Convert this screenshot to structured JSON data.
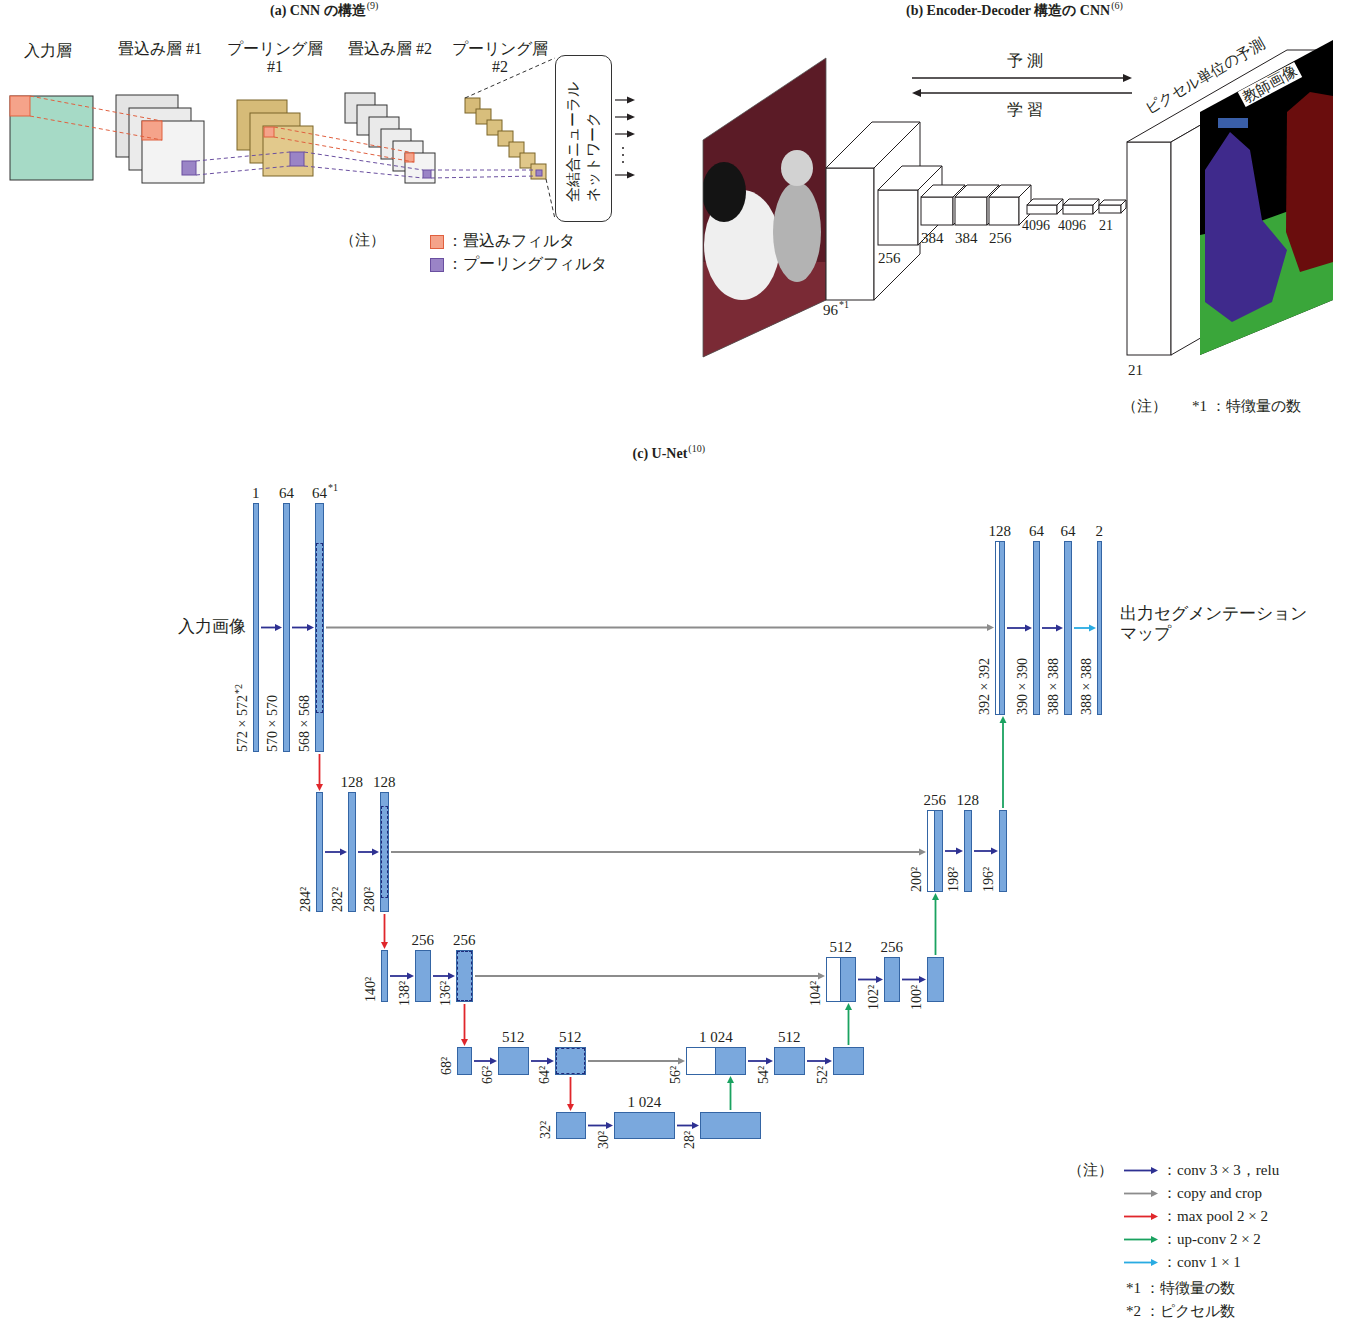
{
  "diagram": {
    "nodes": [
      {
        "text": [
          "全結合ニューラル ネットワーク"
        ]
      },
      {
        "text": [
          "1",
          "572 × 572"
        ]
      },
      {
        "text": [
          "64",
          "570 × 570"
        ]
      },
      {
        "text": [
          "64",
          "568 × 568"
        ]
      },
      {
        "text": [
          "284²"
        ]
      },
      {
        "text": [
          "128",
          "282²"
        ]
      },
      {
        "text": [
          "128",
          "280²"
        ]
      },
      {
        "text": [
          "140²"
        ]
      },
      {
        "text": [
          "256",
          "138²"
        ]
      },
      {
        "text": [
          "256",
          "136²"
        ]
      },
      {
        "text": [
          "68²"
        ]
      },
      {
        "text": [
          "512",
          "66²"
        ]
      },
      {
        "text": [
          "512",
          "64²"
        ]
      },
      {
        "text": [
          "32²"
        ]
      },
      {
        "text": [
          "1 024",
          "30²"
        ]
      },
      {
        "text": [
          "28²"
        ]
      },
      {
        "text": [
          "1 024",
          "56²"
        ]
      },
      {
        "text": [
          "512",
          "54²"
        ]
      },
      {
        "text": [
          "52²"
        ]
      },
      {
        "text": [
          "512",
          "104²"
        ]
      },
      {
        "text": [
          "256",
          "102²"
        ]
      },
      {
        "text": [
          "100²"
        ]
      },
      {
        "text": [
          "256",
          "200²"
        ]
      },
      {
        "text": [
          "128",
          "198²"
        ]
      },
      {
        "text": [
          "196²"
        ]
      },
      {
        "text": [
          "128",
          "392 × 392"
        ]
      },
      {
        "text": [
          "64",
          "390 × 390"
        ]
      },
      {
        "text": [
          "64",
          "388 × 388"
        ]
      },
      {
        "text": [
          "2",
          "388 × 388"
        ]
      }
    ],
    "edges": [
      {
        "from": 1,
        "to": 2,
        "arrow": "to"
      },
      {
        "from": 2,
        "to": 3,
        "arrow": "to"
      },
      {
        "from": 4,
        "to": 5,
        "arrow": "to"
      },
      {
        "from": 5,
        "to": 6,
        "arrow": "to"
      },
      {
        "from": 7,
        "to": 8,
        "arrow": "to"
      },
      {
        "from": 8,
        "to": 9,
        "arrow": "to"
      },
      {
        "from": 10,
        "to": 11,
        "arrow": "to"
      },
      {
        "from": 11,
        "to": 12,
        "arrow": "to"
      },
      {
        "from": 13,
        "to": 14,
        "arrow": "to"
      },
      {
        "from": 14,
        "to": 15,
        "arrow": "to"
      },
      {
        "from": 16,
        "to": 17,
        "arrow": "to"
      },
      {
        "from": 17,
        "to": 18,
        "arrow": "to"
      },
      {
        "from": 19,
        "to": 20,
        "arrow": "to"
      },
      {
        "from": 20,
        "to": 21,
        "arrow": "to"
      },
      {
        "from": 22,
        "to": 23,
        "arrow": "to"
      },
      {
        "from": 23,
        "to": 24,
        "arrow": "to"
      },
      {
        "from": 25,
        "to": 26,
        "arrow": "to"
      },
      {
        "from": 26,
        "to": 27,
        "arrow": "to"
      },
      {
        "from": 27,
        "to": 28,
        "arrow": "to"
      },
      {
        "from": 3,
        "to": 4,
        "arrow": "to"
      },
      {
        "from": 6,
        "to": 7,
        "arrow": "to"
      },
      {
        "from": 9,
        "to": 10,
        "arrow": "to"
      },
      {
        "from": 12,
        "to": 13,
        "arrow": "to"
      },
      {
        "from": 15,
        "to": 16,
        "arrow": "to"
      },
      {
        "from": 18,
        "to": 19,
        "arrow": "to"
      },
      {
        "from": 21,
        "to": 22,
        "arrow": "to"
      },
      {
        "from": 24,
        "to": 25,
        "arrow": "to"
      },
      {
        "from": 3,
        "to": 25,
        "arrow": "to"
      },
      {
        "from": 6,
        "to": 22,
        "arrow": "to"
      },
      {
        "from": 9,
        "to": 19,
        "arrow": "to"
      },
      {
        "from": 12,
        "to": 16,
        "arrow": "to"
      }
    ],
    "labels": [
      "(a) CNN の構造",
      "(9)",
      "入力層",
      "畳込み層 #1",
      "プーリング層 #1",
      "畳込み層 #2",
      "プーリング層 #2",
      "（注）",
      "(b) Encoder-Decoder 構造の CNN",
      "(6)",
      "予 測",
      "学 習",
      "ピクセル単位の予測",
      "教師画像",
      "96",
      "*1",
      "256",
      "384",
      "384",
      "256",
      "4096",
      "4096",
      "21",
      "21",
      "（注）",
      "*1 ：特徴量の数",
      "(c) U-Net",
      "(10)",
      "*1",
      "*2",
      "入力画像",
      "出力セグメンテーション マップ",
      "（注）",
      "*1 ：特徴量の数",
      "*2 ：ピクセル数"
    ],
    "legend": [
      {
        "text": "：畳込みフィルタ",
        "color": "#f5a38a"
      },
      {
        "text": "：プーリングフィルタ",
        "color": "#9a84c6"
      },
      {
        "text": "：conv 3 × 3，relu"
      },
      {
        "text": "：copy and crop"
      },
      {
        "text": "：max pool 2 × 2"
      },
      {
        "text": "：up-conv 2 × 2"
      },
      {
        "text": "：conv 1 × 1"
      }
    ]
  }
}
